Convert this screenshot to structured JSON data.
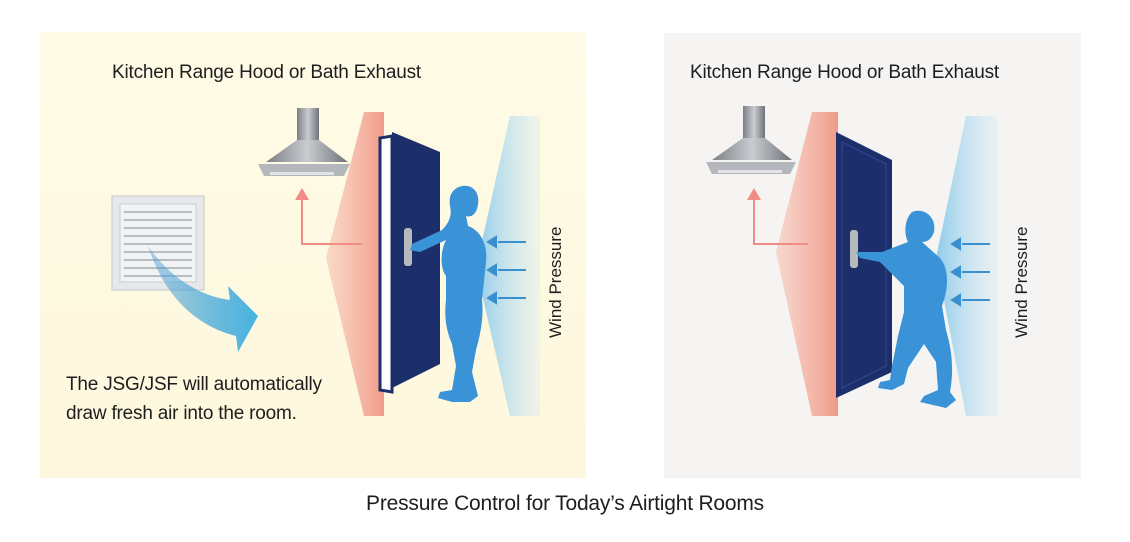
{
  "left_panel": {
    "appliance_label": "Kitchen Range Hood or Bath Exhaust",
    "wind_label": "Wind Pressure",
    "description_lines": [
      "The JSG/JSF will automatically",
      "draw fresh air into the room."
    ]
  },
  "right_panel": {
    "appliance_label": "Kitchen Range Hood or Bath Exhaust",
    "wind_label": "Wind Pressure"
  },
  "caption": "Pressure Control for Today’s Airtight Rooms",
  "colors": {
    "left_background": "#fdf8e1",
    "right_background": "#f5f4f2",
    "pressure_red": "#f4a595",
    "wind_blue": "#9fd3ec",
    "door": "#1d2f6b",
    "person": "#3a93d6",
    "flow_arrow": "#45a6d6"
  },
  "icons": [
    "range-hood-icon",
    "exhaust-fan-icon",
    "door-icon",
    "person-icon",
    "arrow-icon"
  ]
}
